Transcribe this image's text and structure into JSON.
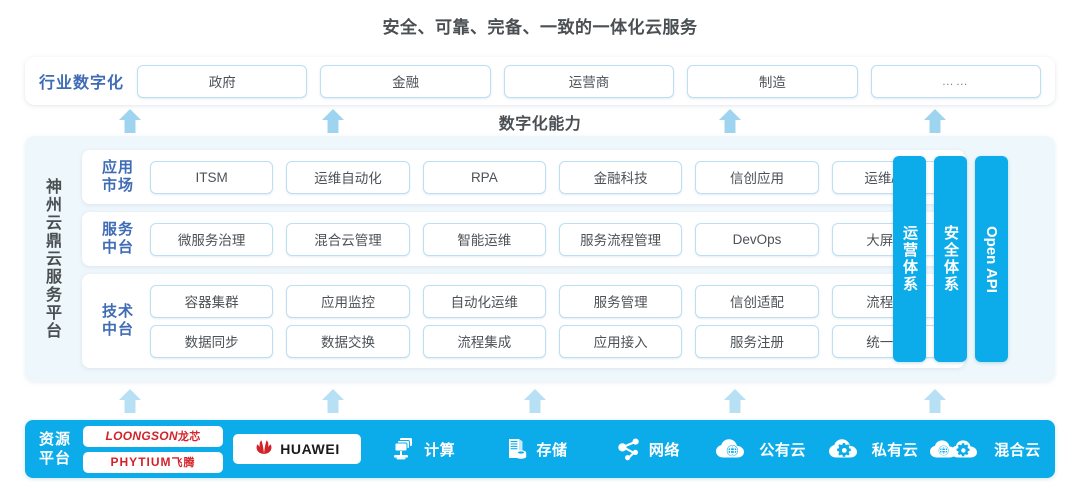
{
  "title": "安全、可靠、完备、一致的一体化云服务",
  "capability_caption": "数字化能力",
  "colors": {
    "accent_blue": "#0CACEA",
    "label_blue": "#3f6cb5",
    "arrow_blue": "#9fd4f0",
    "panel_bg": "#eef7fb",
    "text_gray": "#4a4f53",
    "logo_red": "#D2232A"
  },
  "industry": {
    "label": "行业数字化",
    "items": [
      "政府",
      "金融",
      "运营商",
      "制造",
      "……"
    ]
  },
  "platform": {
    "vertical_label": "神州云鼎云服务平台",
    "layers": [
      {
        "name": "app-market",
        "label": "应用市场",
        "label_lines": [
          "应用",
          "市场"
        ],
        "rows": [
          [
            "ITSM",
            "运维自动化",
            "RPA",
            "金融科技",
            "信创应用",
            "运维/运营"
          ]
        ]
      },
      {
        "name": "service-middle-platform",
        "label": "服务中台",
        "label_lines": [
          "服务",
          "中台"
        ],
        "rows": [
          [
            "微服务治理",
            "混合云管理",
            "智能运维",
            "服务流程管理",
            "DevOps",
            "大屏展示"
          ]
        ]
      },
      {
        "name": "tech-middle-platform",
        "label": "技术中台",
        "label_lines": [
          "技术",
          "中台"
        ],
        "rows": [
          [
            "容器集群",
            "应用监控",
            "自动化运维",
            "服务管理",
            "信创适配",
            "流程引擎"
          ],
          [
            "数据同步",
            "数据交换",
            "流程集成",
            "应用接入",
            "服务注册",
            "统一认证"
          ]
        ]
      }
    ],
    "vertical_bars": [
      {
        "name": "operations-system",
        "label": "运营体系",
        "latin": false
      },
      {
        "name": "security-system",
        "label": "安全体系",
        "latin": false
      },
      {
        "name": "open-api",
        "label": "Open API",
        "latin": true
      }
    ]
  },
  "resource": {
    "label": "资源平台",
    "label_lines": [
      "资源",
      "平台"
    ],
    "vendor_logos": [
      {
        "name": "loongson",
        "latin": "LOONGSON",
        "cn": "龙芯"
      },
      {
        "name": "phytium",
        "latin": "PHYTIUM",
        "cn": "飞腾"
      },
      {
        "name": "huawei",
        "latin": "HUAWEI",
        "cn": ""
      }
    ],
    "items": [
      {
        "name": "compute",
        "label": "计算",
        "icon": "server-stack-icon"
      },
      {
        "name": "storage",
        "label": "存储",
        "icon": "storage-disk-icon"
      },
      {
        "name": "network",
        "label": "网络",
        "icon": "network-nodes-icon"
      },
      {
        "name": "public-cloud",
        "label": "公有云",
        "icon": "cloud-globe-icon"
      },
      {
        "name": "private-cloud",
        "label": "私有云",
        "icon": "cloud-gear-icon"
      },
      {
        "name": "hybrid-cloud",
        "label": "混合云",
        "icon": "cloud-globe-gear-icon"
      }
    ]
  },
  "arrows": {
    "upper_row_count": 4,
    "lower_row_count": 5,
    "icon": "arrow-up-icon"
  }
}
